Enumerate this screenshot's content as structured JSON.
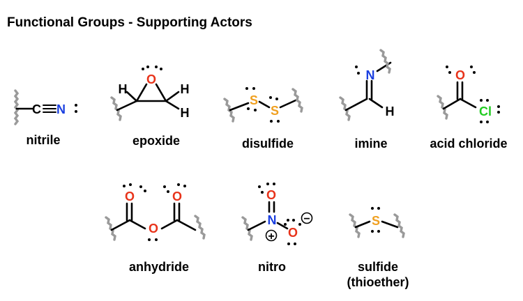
{
  "title": "Functional Groups - Supporting Actors",
  "colors": {
    "text": "#000000",
    "oxygen": "#e8331a",
    "nitrogen": "#1a3fe0",
    "sulfur": "#f0a020",
    "chlorine": "#22cc22",
    "bond_stub": "#9a9a9a"
  },
  "groups": {
    "nitrile": {
      "name": "nitrile",
      "carbon": "C",
      "nitrogen": "N"
    },
    "epoxide": {
      "name": "epoxide",
      "oxygen": "O",
      "h": "H"
    },
    "disulfide": {
      "name": "disulfide",
      "sulfur": "S"
    },
    "imine": {
      "name": "imine",
      "nitrogen": "N",
      "h": "H"
    },
    "acid_chloride": {
      "name": "acid chloride",
      "oxygen": "O",
      "chlorine": "Cl"
    },
    "anhydride": {
      "name": "anhydride",
      "oxygen": "O"
    },
    "nitro": {
      "name": "nitro",
      "nitrogen": "N",
      "oxygen": "O",
      "plus": "+",
      "minus": "−"
    },
    "sulfide": {
      "name_line1": "sulfide",
      "name_line2": "(thioether)",
      "sulfur": "S"
    }
  }
}
